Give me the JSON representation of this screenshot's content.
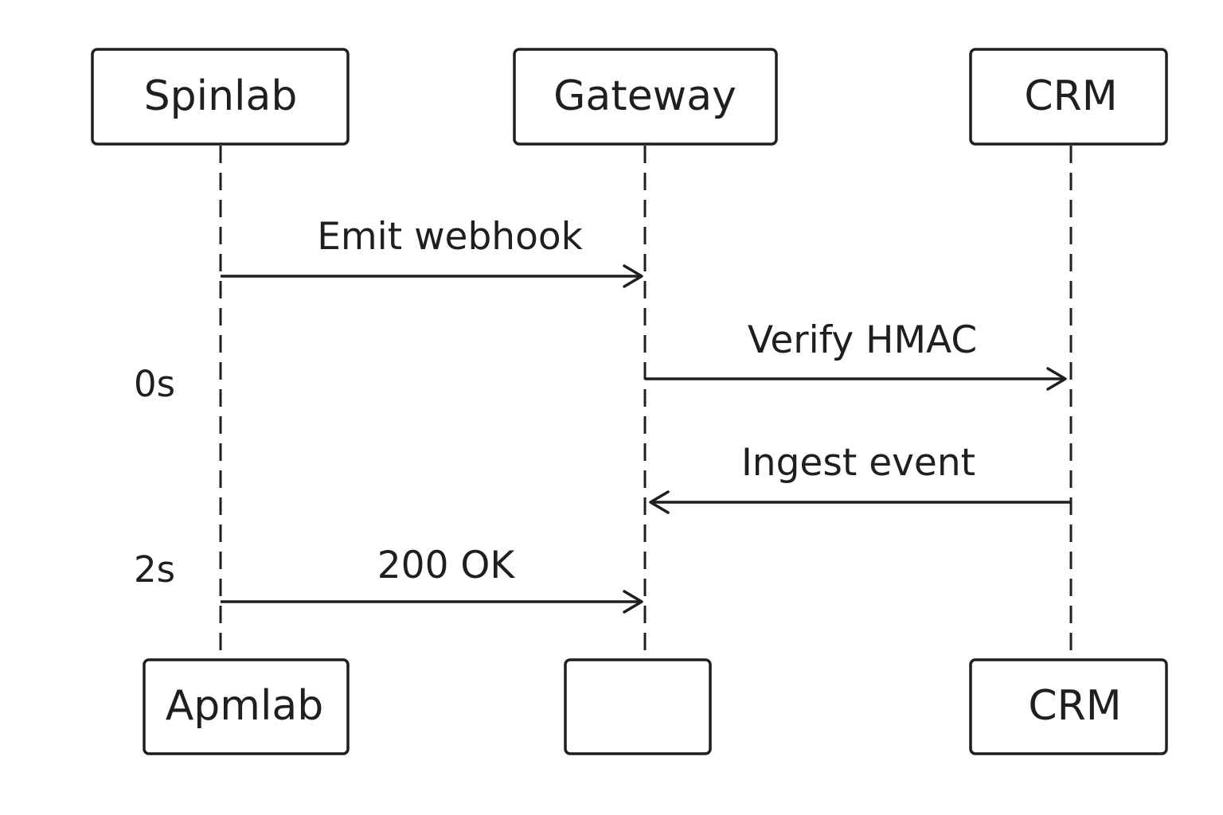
{
  "participants": [
    {
      "id": "p1",
      "top_label": "Spinlab",
      "bottom_label": "Apmlab"
    },
    {
      "id": "p2",
      "top_label": "Gateway",
      "bottom_label": ""
    },
    {
      "id": "p3",
      "top_label": "CRM",
      "bottom_label": "CRM"
    }
  ],
  "messages": [
    {
      "label": "Emit webhook",
      "from": "p1",
      "to": "p2"
    },
    {
      "label": "Verify HMAC",
      "from": "p2",
      "to": "p3"
    },
    {
      "label": "Ingest event",
      "from": "p3",
      "to": "p2"
    },
    {
      "label": "200 OK",
      "from": "p1",
      "to": "p2"
    }
  ],
  "time_markers": [
    "0s",
    "2s"
  ]
}
